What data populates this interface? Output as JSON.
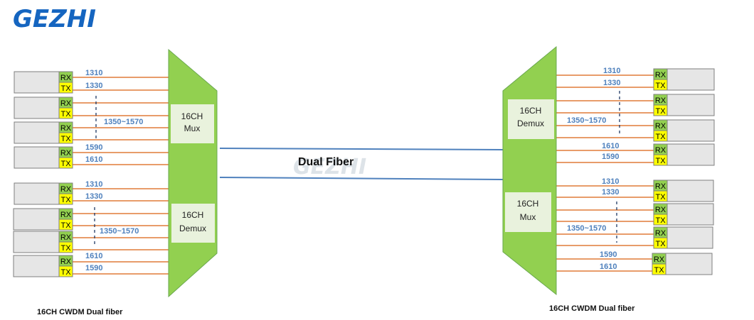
{
  "logo": {
    "text": "GEZHI",
    "color": "#1565c0",
    "watermark_color": "#dde3e8"
  },
  "center": {
    "fiber_label": "Dual Fiber"
  },
  "colors": {
    "fiber_line": "#4f81bd",
    "channel_line": "#e07b39",
    "mux_body": "#92d050",
    "mux_edge": "#6aa84f",
    "inner_box": "#e9f2dd",
    "transceiver": "#e6e6e6",
    "rx_fill": "#92d050",
    "tx_fill": "#ffff00",
    "wavelength_text": "#4f81bd"
  },
  "ports": {
    "rx": "RX",
    "tx": "TX"
  },
  "left": {
    "caption": "16CH CWDM Dual fiber",
    "upper_box": [
      "16CH",
      "Mux"
    ],
    "lower_box": [
      "16CH",
      "Demux"
    ],
    "upper_labels": [
      "1310",
      "1330",
      "1350~1570",
      "1590",
      "1610"
    ],
    "lower_labels": [
      "1310",
      "1330",
      "1350~1570",
      "1610",
      "1590"
    ]
  },
  "right": {
    "caption": "16CH CWDM Dual fiber",
    "upper_box": [
      "16CH",
      "Demux"
    ],
    "lower_box": [
      "16CH",
      "Mux"
    ],
    "upper_labels": [
      "1310",
      "1330",
      "1350~1570",
      "1610",
      "1590"
    ],
    "lower_labels": [
      "1310",
      "1330",
      "1350~1570",
      "1590",
      "1610"
    ]
  }
}
